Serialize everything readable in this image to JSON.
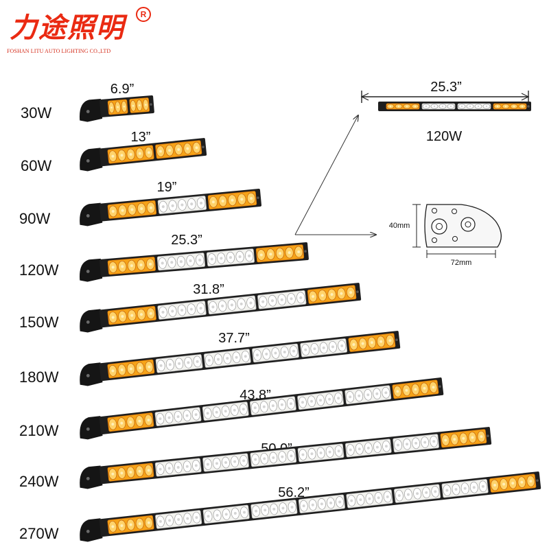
{
  "brand": {
    "name_cn": "力途照明",
    "registered_mark": "R",
    "company_en": "FOSHAN LITU AUTO LIGHTING CO.,LTD",
    "accent_color": "#ea2a12"
  },
  "light_bars": [
    {
      "power": "30W",
      "length": "6.9”",
      "sections": [
        "amber",
        "amber"
      ]
    },
    {
      "power": "60W",
      "length": "13”",
      "sections": [
        "amber",
        "amber"
      ]
    },
    {
      "power": "90W",
      "length": "19”",
      "sections": [
        "amber",
        "white",
        "amber"
      ]
    },
    {
      "power": "120W",
      "length": "25.3”",
      "sections": [
        "amber",
        "white",
        "white",
        "amber"
      ]
    },
    {
      "power": "150W",
      "length": "31.8”",
      "sections": [
        "amber",
        "white",
        "white",
        "white",
        "amber"
      ]
    },
    {
      "power": "180W",
      "length": "37.7”",
      "sections": [
        "amber",
        "white",
        "white",
        "white",
        "white",
        "amber"
      ]
    },
    {
      "power": "210W",
      "length": "43.8”",
      "sections": [
        "amber",
        "white",
        "white",
        "white",
        "white",
        "white",
        "amber"
      ]
    },
    {
      "power": "240W",
      "length": "50.0”",
      "sections": [
        "amber",
        "white",
        "white",
        "white",
        "white",
        "white",
        "white",
        "amber"
      ]
    },
    {
      "power": "270W",
      "length": "56.2”",
      "sections": [
        "amber",
        "white",
        "white",
        "white",
        "white",
        "white",
        "white",
        "white",
        "amber"
      ]
    }
  ],
  "detail": {
    "length": "25.3”",
    "power": "120W",
    "sections": [
      "amber",
      "white",
      "white",
      "amber"
    ],
    "bracket_height": "40mm",
    "bracket_width": "72mm"
  },
  "colors": {
    "amber": "#f5a318",
    "amber_dark": "#e07a0a",
    "white_led": "#f4f4f0",
    "housing": "#1e1e1e"
  }
}
